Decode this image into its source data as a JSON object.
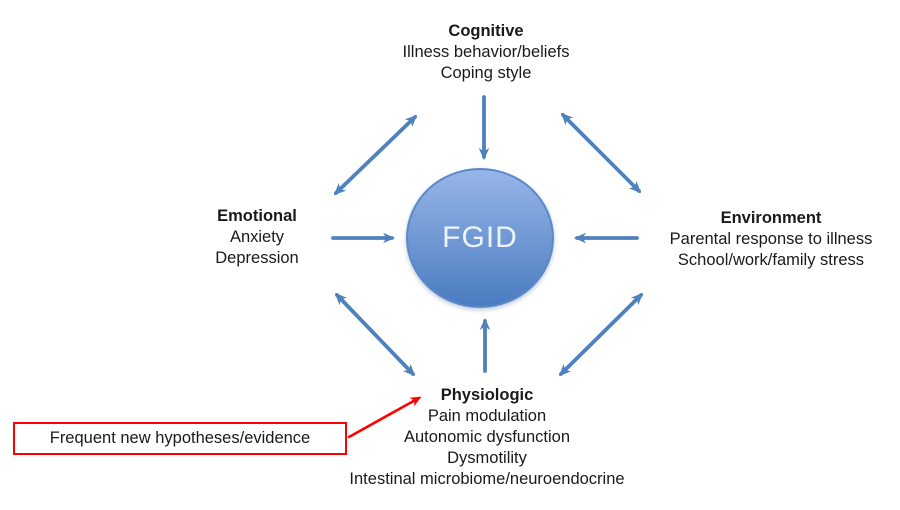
{
  "figure": {
    "center": {
      "label": "FGID"
    },
    "nodes": {
      "cognitive": {
        "title": "Cognitive",
        "items": [
          "Illness behavior/beliefs",
          "Coping style"
        ]
      },
      "emotional": {
        "title": "Emotional",
        "items": [
          "Anxiety",
          "Depression"
        ]
      },
      "environment": {
        "title": "Environment",
        "items": [
          "Parental response to illness",
          "School/work/family stress"
        ]
      },
      "physiologic": {
        "title": "Physiologic",
        "items": [
          "Pain modulation",
          "Autonomic dysfunction",
          "Dysmotility",
          "Intestinal microbiome/neuroendocrine"
        ]
      }
    },
    "callout": {
      "label": "Frequent new hypotheses/evidence"
    },
    "colors": {
      "arrow": "#4f81bd",
      "circle_top": "#97b5e8",
      "circle_bottom": "#4a7cc0",
      "circle_border": "#5b88c9",
      "fgid_text": "#eef4fc",
      "callout_red": "#fe0000",
      "text": "#1a1a1a"
    }
  }
}
